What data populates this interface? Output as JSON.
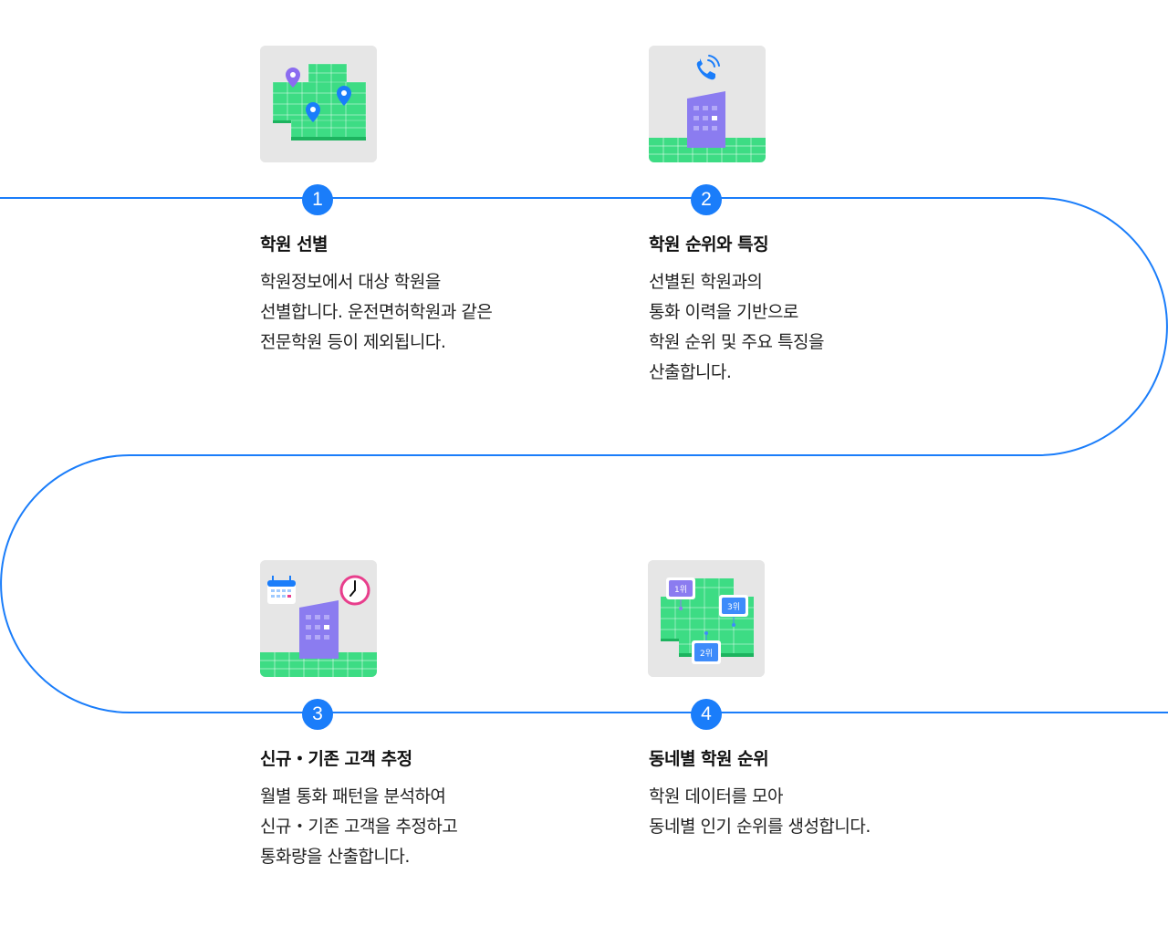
{
  "steps": [
    {
      "number": "1",
      "title": "학원 선별",
      "description": [
        "학원정보에서 대상 학원을",
        "선별합니다. 운전면허학원과 같은",
        "전문학원 등이 제외됩니다."
      ],
      "illustration": "map-pins-icon"
    },
    {
      "number": "2",
      "title": "학원 순위와 특징",
      "description": [
        "선별된 학원과의",
        "통화 이력을 기반으로",
        "학원 순위 및 주요 특징을",
        "산출합니다."
      ],
      "illustration": "phone-building-icon"
    },
    {
      "number": "3",
      "title": "신규・기존 고객 추정",
      "description": [
        "월별 통화 패턴을 분석하여",
        "신규・기존 고객을 추정하고",
        "통화량을 산출합니다."
      ],
      "illustration": "calendar-clock-building-icon"
    },
    {
      "number": "4",
      "title": "동네별 학원 순위",
      "description": [
        "학원 데이터를 모아",
        "동네별 인기 순위를 생성합니다."
      ],
      "illustration": "ranking-map-icon",
      "rank_labels": [
        "1위",
        "3위",
        "2위"
      ]
    }
  ],
  "colors": {
    "accent_blue": "#1a7dfa",
    "tile_bg": "#e6e6e6",
    "map_green": "#3ddc84",
    "map_green_dark": "#1db35f",
    "building_purple": "#8b7cf0",
    "pin_purple": "#8b6cf0",
    "pin_blue": "#1a7dfa",
    "clock_pink": "#e83e8c"
  }
}
